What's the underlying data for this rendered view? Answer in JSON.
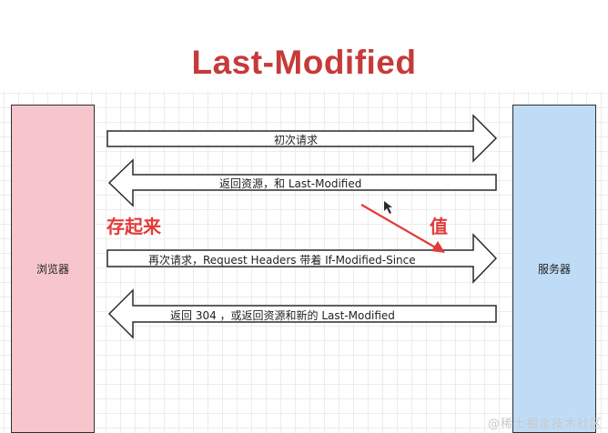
{
  "title": "Last-Modified",
  "browser_label": "浏览器",
  "server_label": "服务器",
  "messages": [
    {
      "text": "初次请求",
      "direction": "right"
    },
    {
      "text": "返回资源，和 Last-Modified",
      "direction": "left"
    },
    {
      "text": "再次请求，Request Headers 带着 If-Modified-Since",
      "direction": "right"
    },
    {
      "text": "返回 304 ，或返回资源和新的 Last-Modified",
      "direction": "left"
    }
  ],
  "annotations": {
    "store": "存起来",
    "value": "值"
  },
  "watermark": "@稀土掘金技术社区",
  "colors": {
    "title": "#c63a3a",
    "browser_fill": "#f6c6cc",
    "server_fill": "#bfdcf7",
    "annotation": "#e23a3a"
  }
}
